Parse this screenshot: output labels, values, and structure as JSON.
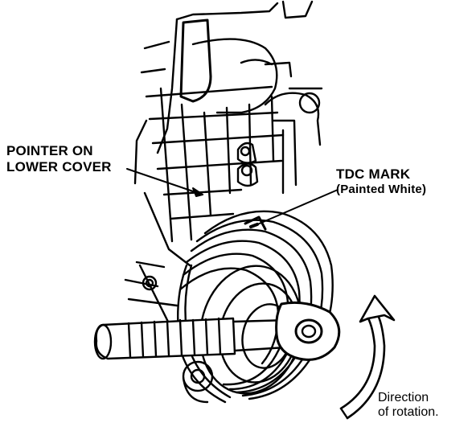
{
  "labels": {
    "pointer_line1": "POINTER ON",
    "pointer_line2": "LOWER COVER",
    "tdc_line1": "TDC MARK",
    "tdc_line2": "(Painted White)",
    "rotation_line1": "Direction",
    "rotation_line2": "of rotation."
  },
  "colors": {
    "ink": "#000000",
    "paper": "#ffffff"
  }
}
